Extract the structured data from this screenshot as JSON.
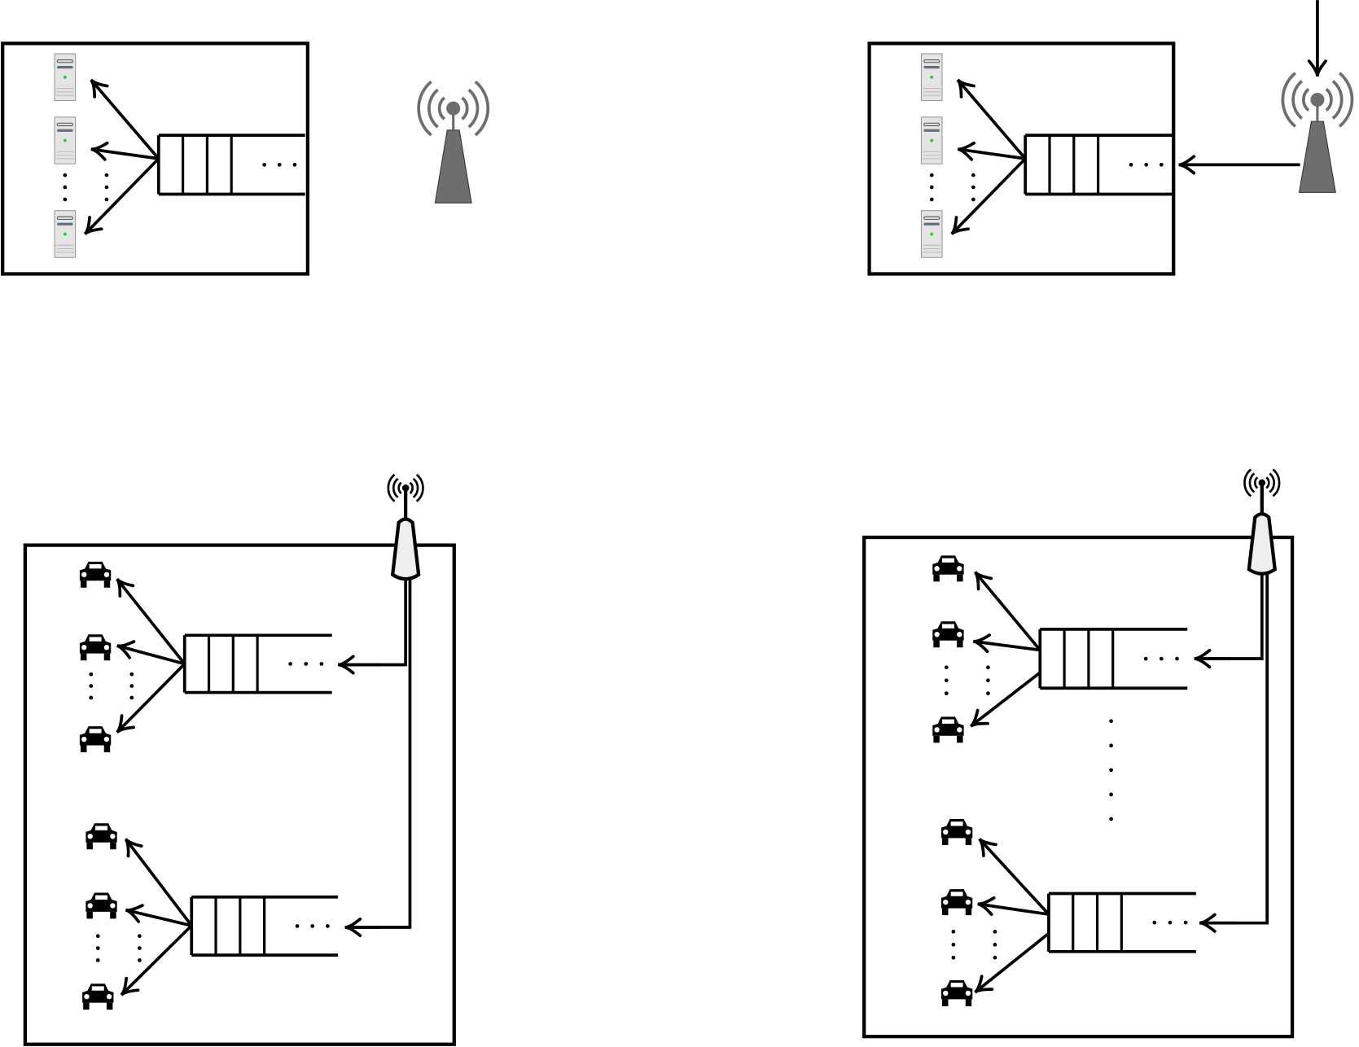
{
  "diagram": {
    "panels": [
      {
        "id": "server-cluster",
        "node_icon": "server-icon",
        "transmitter": "cell-tower-icon",
        "incoming_link": false
      },
      {
        "id": "server-cluster-fed",
        "node_icon": "server-icon",
        "transmitter": "cell-tower-icon",
        "incoming_link": true
      },
      {
        "id": "vehicle-cluster-two-queues",
        "node_icon": "car-icon",
        "transmitter": "antenna-icon"
      },
      {
        "id": "vehicle-cluster-many-queues",
        "node_icon": "car-icon",
        "transmitter": "antenna-icon"
      }
    ],
    "colors": {
      "stroke": "#000000",
      "tower": "#6e6e6e",
      "server_led": "#22cc22",
      "server_body": "#e4e4e4"
    }
  }
}
